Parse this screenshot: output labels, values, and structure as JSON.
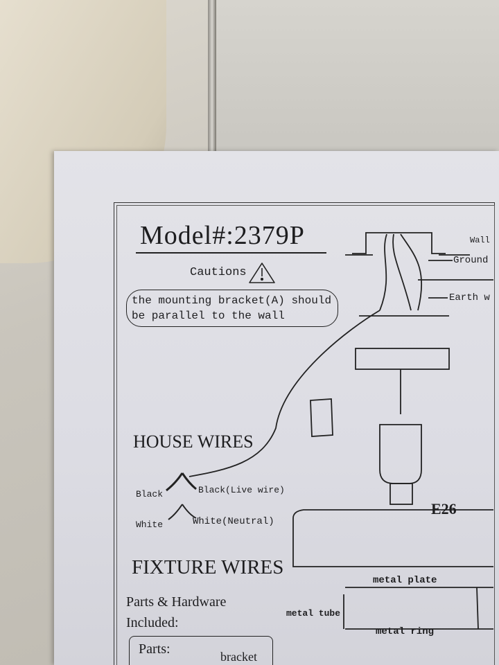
{
  "document": {
    "model": "Model#:2379P",
    "cautions": "Cautions",
    "caution_note": "the mounting bracket(A) should be parallel to the wall",
    "house_wires": "HOUSE WIRES",
    "wire_labels": {
      "black_left": "Black",
      "black_right": "Black(Live wire)",
      "white_left": "White",
      "white_right": "White(Neutral)"
    },
    "fixture_wires": "FIXTURE WIRES",
    "parts_hardware": "Parts & Hardware Included:",
    "parts_box_title": "Parts:",
    "parts_box_partial": "bracket",
    "diagram_labels": {
      "wall": "Wall",
      "ground": "Ground",
      "earth": "Earth w",
      "socket": "E26",
      "metal_plate": "metal plate",
      "metal_tube": "metal tube",
      "metal_ring": "metal ring"
    }
  }
}
